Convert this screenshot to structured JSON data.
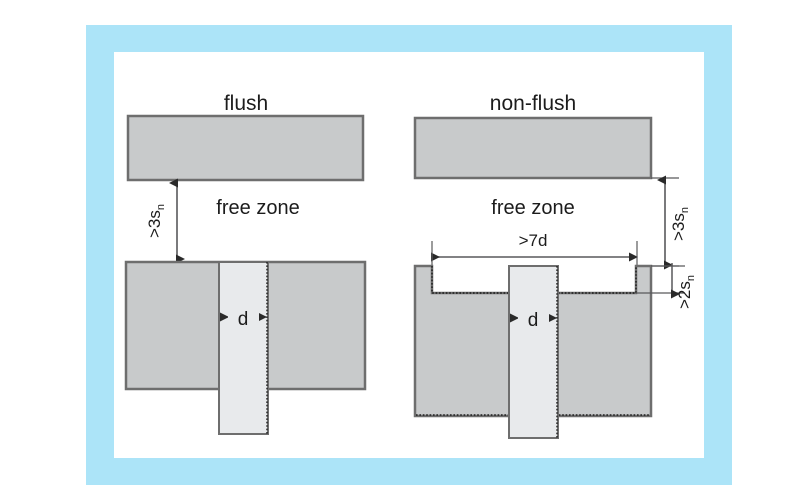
{
  "figure": {
    "background_color": "#ffffff",
    "frame_color": "#ace4f8",
    "canvas_color": "#ffffff",
    "block_fill": "#c8cacb",
    "sensor_fill": "#e8eaec",
    "outline_color": "#6e6e6e",
    "line_color": "#59595b",
    "text_color": "#1c1c1c"
  },
  "panels": {
    "left": {
      "title": "flush",
      "free_zone_label": "free zone",
      "vertical_clearance": {
        "prefix": ">3s",
        "subscript": "n"
      },
      "diameter_label": "d"
    },
    "right": {
      "title": "non-flush",
      "free_zone_label": "free zone",
      "vertical_clearance": {
        "prefix": ">3s",
        "subscript": "n"
      },
      "recess_depth": {
        "prefix": ">2s",
        "subscript": "n"
      },
      "recess_width": ">7d",
      "diameter_label": "d"
    }
  }
}
